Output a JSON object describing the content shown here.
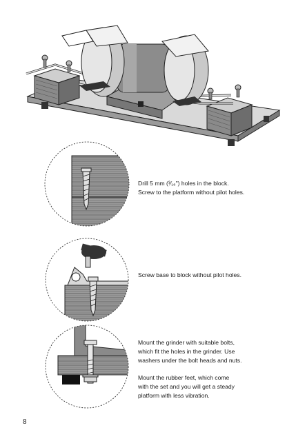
{
  "page": {
    "number": "8"
  },
  "steps": [
    {
      "lines": [
        "Drill 5 mm (³⁄₁₆\") holes in the block.",
        "Screw to the platform without pilot holes."
      ]
    },
    {
      "lines": [
        "Screw base to block without pilot holes."
      ]
    },
    {
      "lines": [
        "Mount the grinder with suitable bolts,",
        "which fit the holes in the grinder. Use",
        "washers under the bolt heads and nuts."
      ],
      "lines2": [
        "Mount the rubber feet, which come",
        "with the set and you will get a steady",
        "platform with less vibration."
      ]
    }
  ],
  "figures": {
    "main": "bench-grinder-on-platform",
    "detail_1": "screw-in-block",
    "detail_2": "tool-rest-base-screw",
    "detail_3": "grinder-bolt-and-rubber-foot"
  }
}
